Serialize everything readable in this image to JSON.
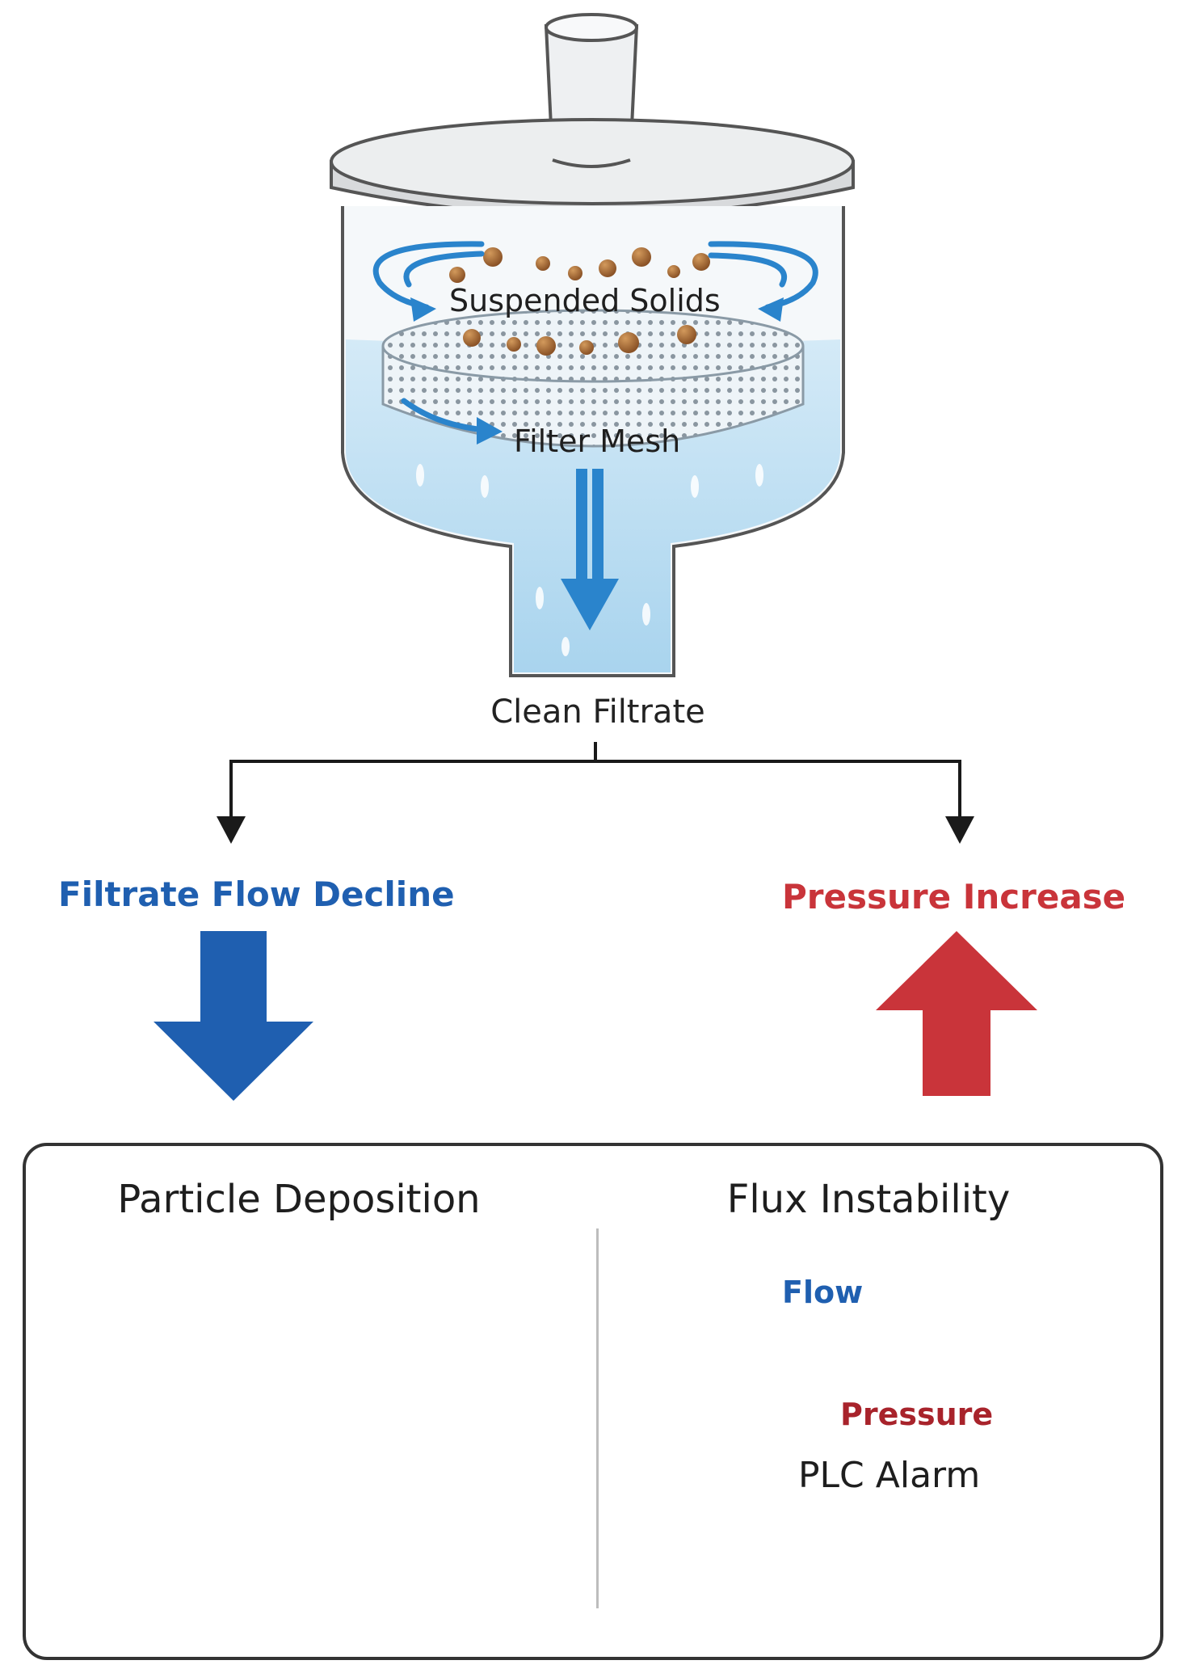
{
  "filter": {
    "suspended_label": "Suspended Solids",
    "mesh_label": "Filter Mesh",
    "filtrate_label": "Clean Filtrate"
  },
  "branches": {
    "flow_label": "Filtrate Flow Decline",
    "flow_color": "#1f5fb0",
    "pressure_label": "Pressure Increase",
    "pressure_color": "#c9343a"
  },
  "panel": {
    "deposition_title": "Particle Deposition",
    "instability_title": "Flux Instability",
    "chart_flow_label": "Flow",
    "chart_pressure_label": "Pressure",
    "alarm_label": "PLC Alarm",
    "indicator_colors": [
      "#33c24a",
      "#f0d02a",
      "#e0333a"
    ]
  }
}
